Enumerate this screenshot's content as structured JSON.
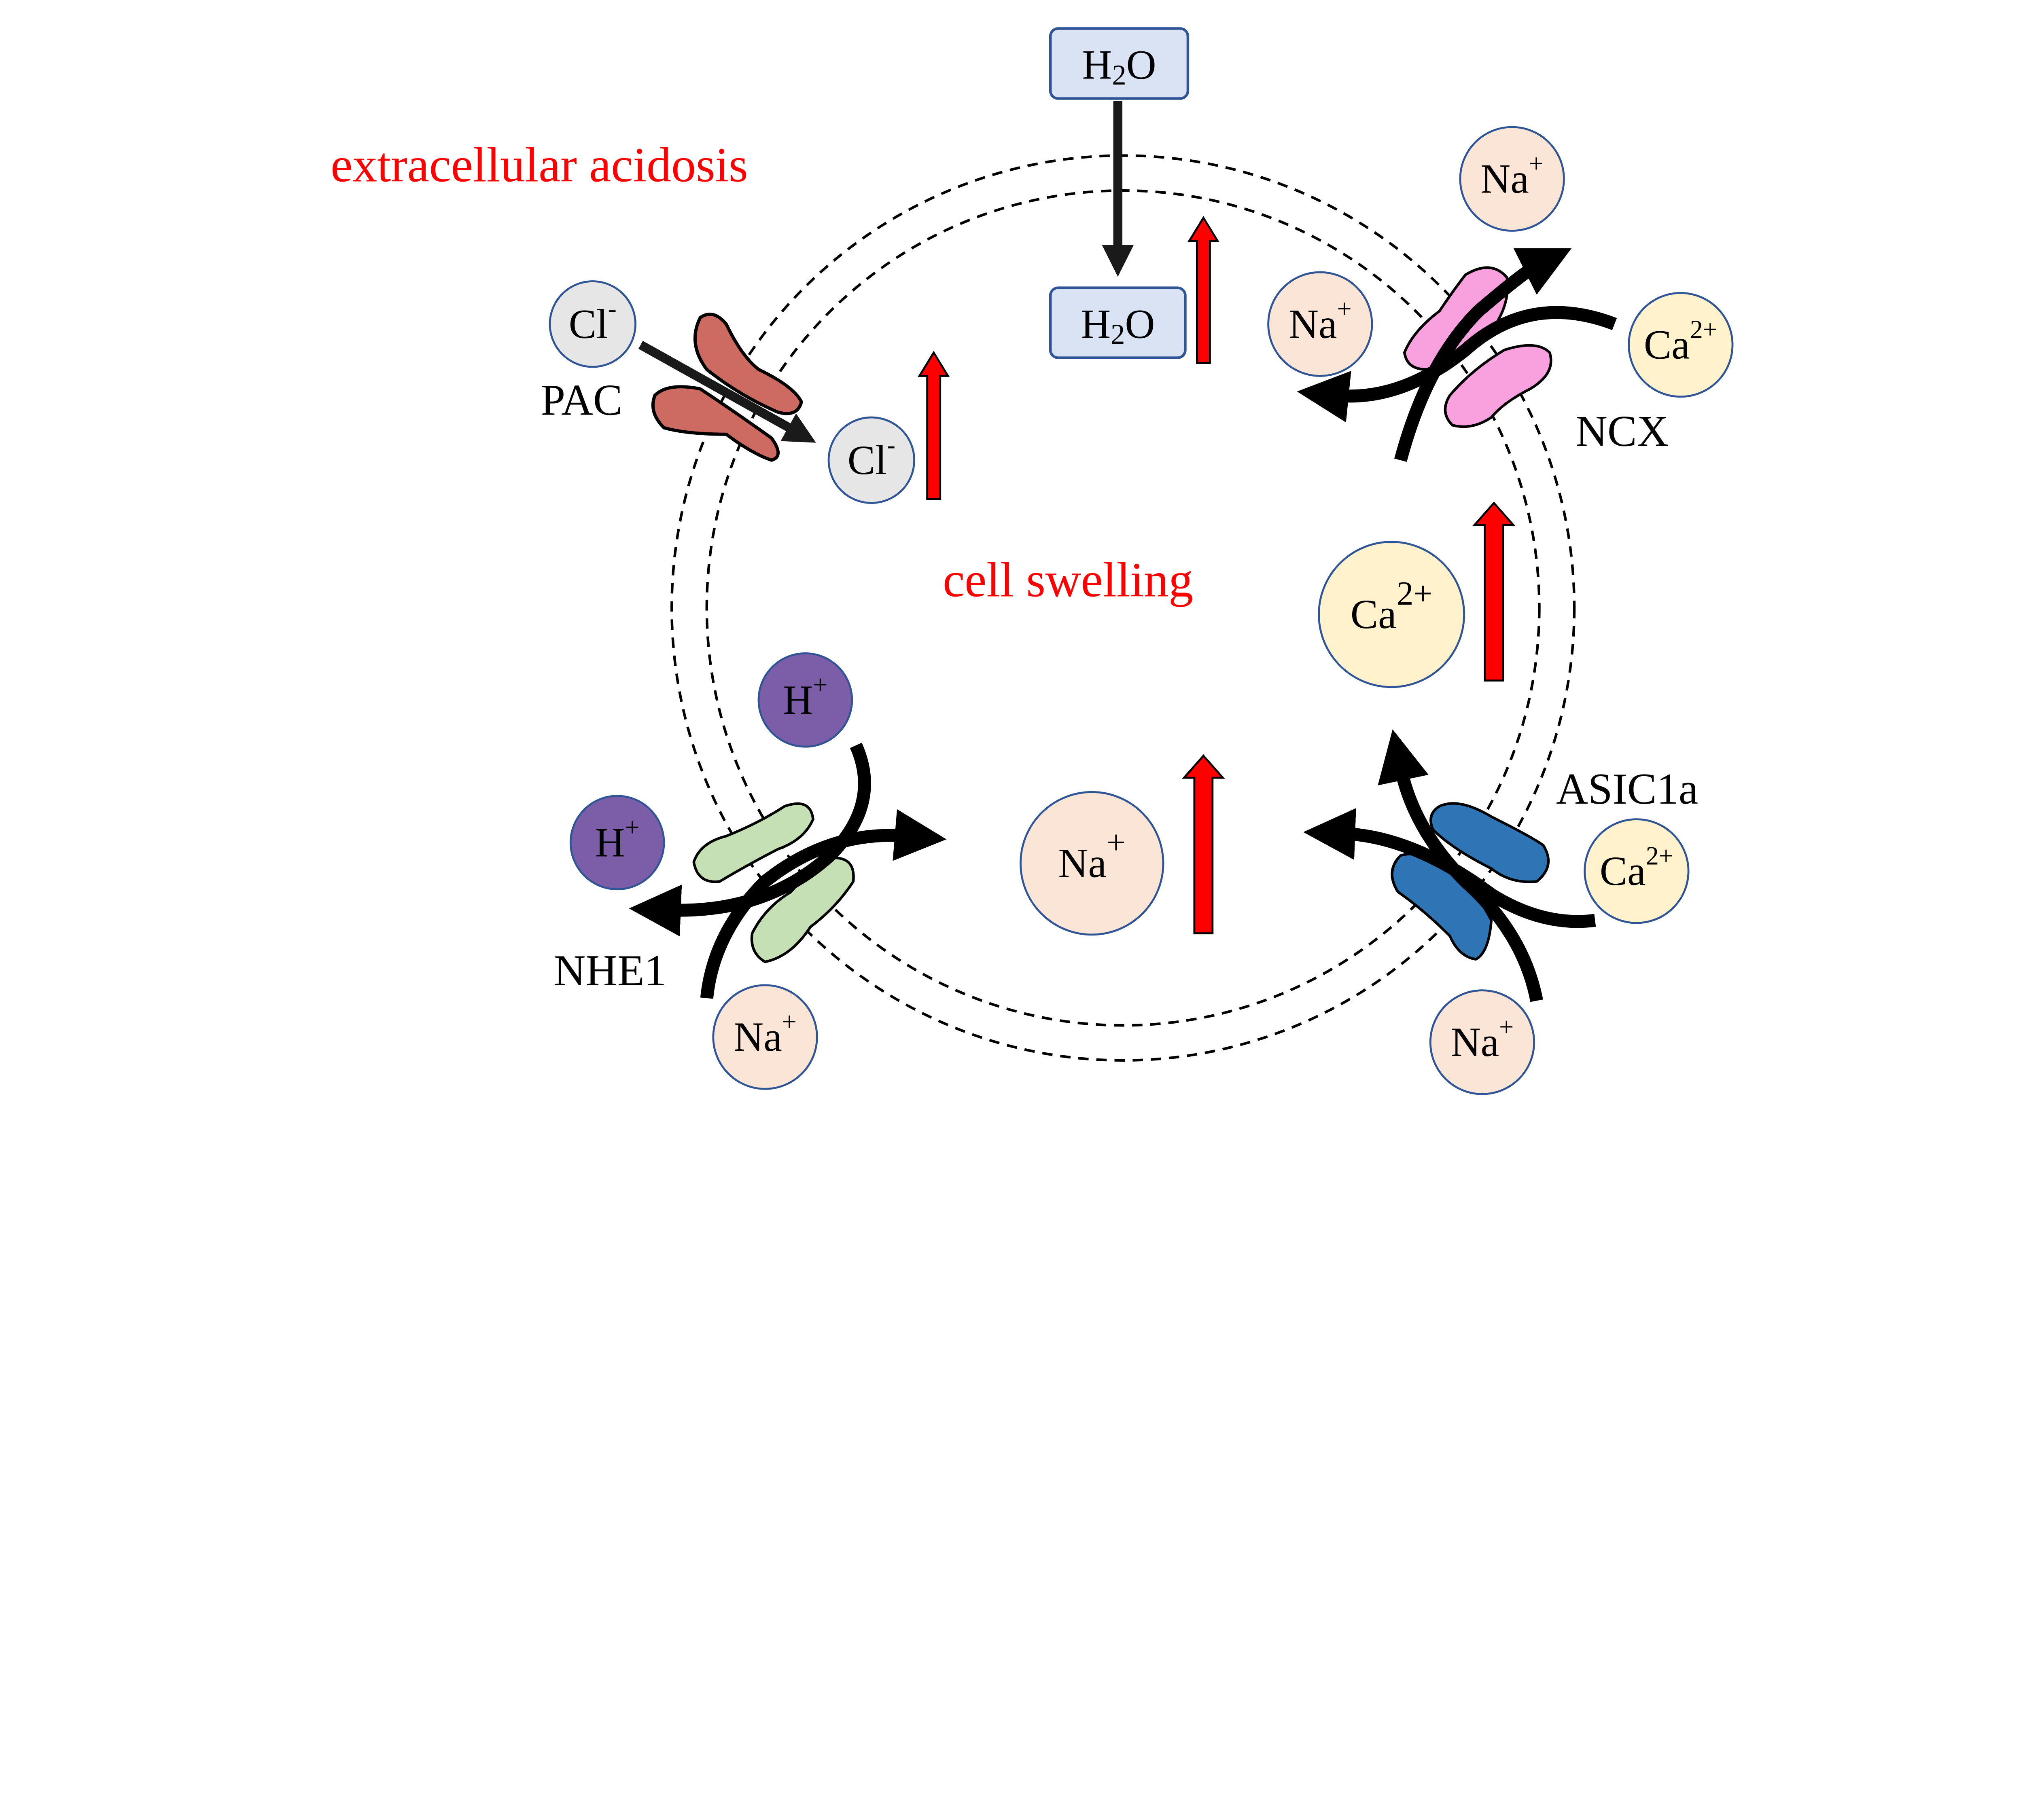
{
  "labels": {
    "extracellular": "extracellular acidosis",
    "cell_swelling": "cell swelling",
    "pac": "PAC",
    "ncx": "NCX",
    "asic": "ASIC1a",
    "nhe": "NHE1"
  },
  "water": {
    "base": "H",
    "sub": "2",
    "tail": "O"
  },
  "ions": {
    "cl_out": {
      "base": "Cl",
      "sup": "-"
    },
    "cl_in": {
      "base": "Cl",
      "sup": "-"
    },
    "na_ncx_out": {
      "base": "Na",
      "sup": "+"
    },
    "na_ncx_in": {
      "base": "Na",
      "sup": "+"
    },
    "ca_ncx_out": {
      "base": "Ca",
      "sup": "2+"
    },
    "ca_in": {
      "base": "Ca",
      "sup": "2+"
    },
    "na_in": {
      "base": "Na",
      "sup": "+"
    },
    "h_in": {
      "base": "H",
      "sup": "+"
    },
    "h_out": {
      "base": "H",
      "sup": "+"
    },
    "na_nhe_out": {
      "base": "Na",
      "sup": "+"
    },
    "ca_asic_out": {
      "base": "Ca",
      "sup": "2+"
    },
    "na_asic_out": {
      "base": "Na",
      "sup": "+"
    }
  },
  "colors": {
    "na": "#fbe5d6",
    "ca": "#fff2cc",
    "cl": "#e7e6e6",
    "h": "#7b5ea7",
    "water_box": "#dae3f3",
    "pac": "#cd6a62",
    "ncx": "#f9a1de",
    "asic": "#2e75b6",
    "nhe": "#c5e0b4",
    "increase_arrow": "#ff0000"
  }
}
